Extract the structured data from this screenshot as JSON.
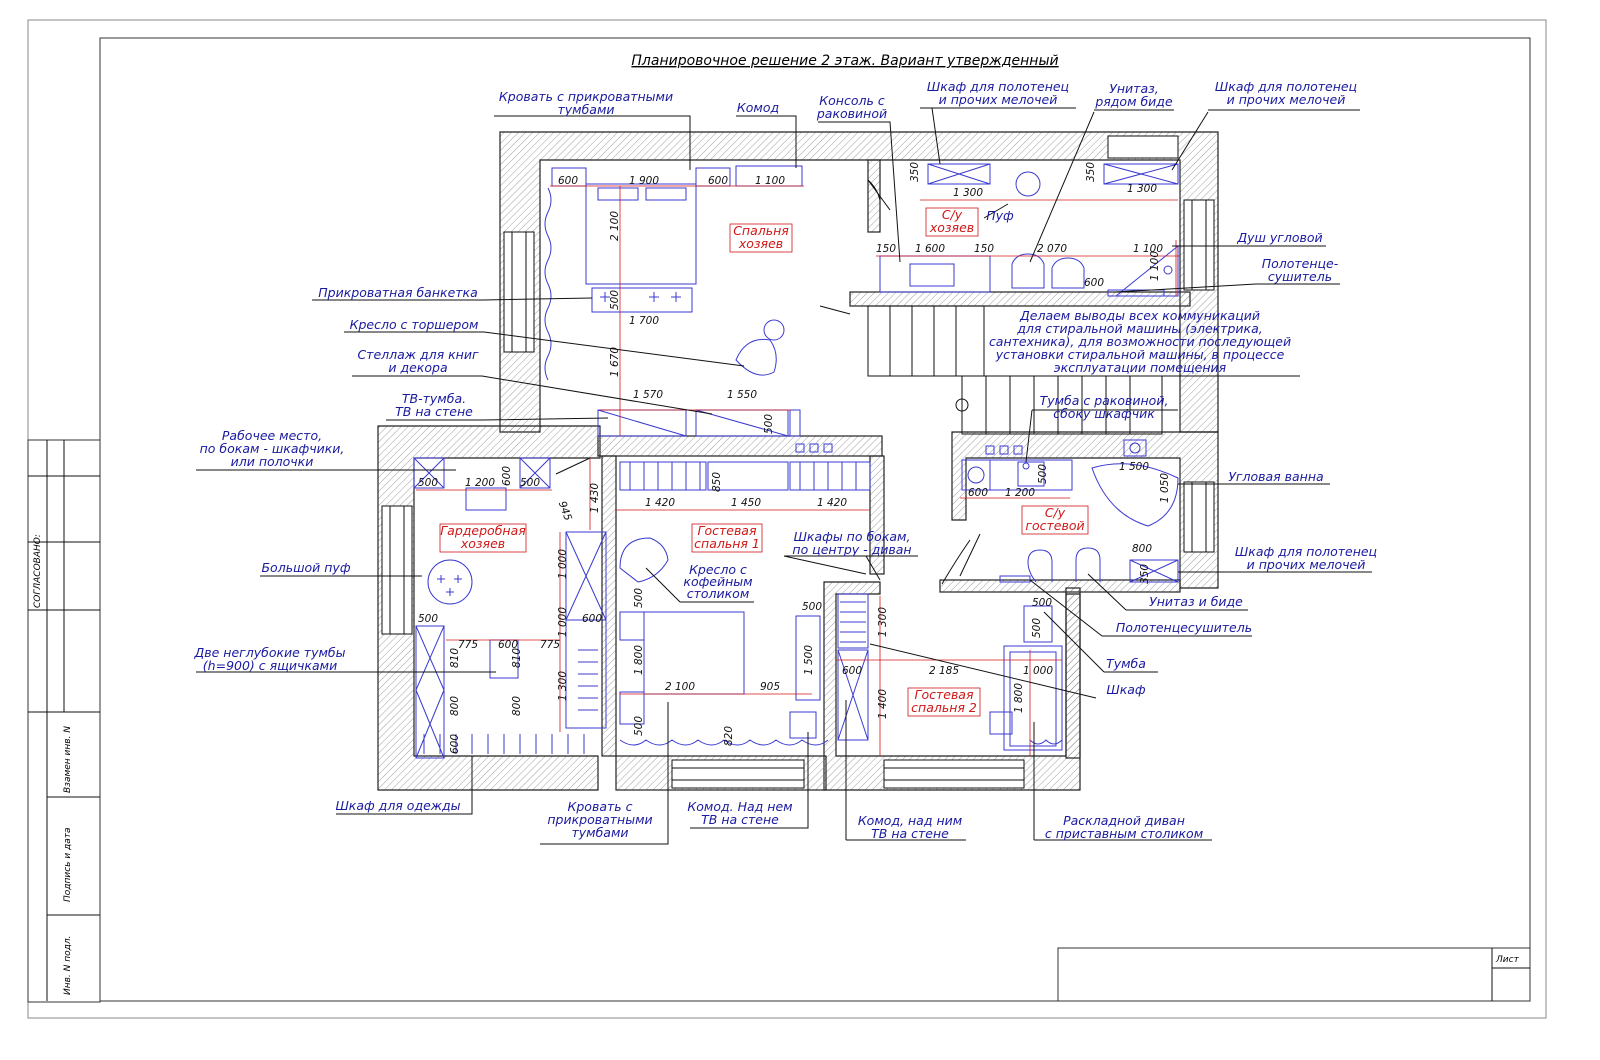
{
  "title": "Планировочное решение 2 этаж. Вариант утвержденный",
  "stamp": {
    "sheet_label": "Лист",
    "side": [
      "СОГЛАСОВАНО:",
      "Взамен инв. N",
      "Подпись и дата",
      "Инв. N подл."
    ]
  },
  "rooms": [
    {
      "id": "spalnya",
      "lines": [
        "Спальня",
        "хозяев"
      ]
    },
    {
      "id": "su-hoz",
      "lines": [
        "С/у",
        "хозяев"
      ]
    },
    {
      "id": "garderob",
      "lines": [
        "Гардеробная",
        "хозяев"
      ]
    },
    {
      "id": "gost1",
      "lines": [
        "Гостевая",
        "спальня 1"
      ]
    },
    {
      "id": "su-gost",
      "lines": [
        "С/у",
        "гостевой"
      ]
    },
    {
      "id": "gost2",
      "lines": [
        "Гостевая",
        "спальня 2"
      ]
    }
  ],
  "labels": [
    {
      "id": "bed-tables-top",
      "lines": [
        "Кровать с прикроватными",
        "тумбами"
      ]
    },
    {
      "id": "komod",
      "lines": [
        "Комод"
      ]
    },
    {
      "id": "console",
      "lines": [
        "Консоль с",
        "раковиной"
      ]
    },
    {
      "id": "towel-cab-1",
      "lines": [
        "Шкаф для полотенец",
        "и прочих мелочей"
      ]
    },
    {
      "id": "toilet-bidet",
      "lines": [
        "Унитаз,",
        "рядом биде"
      ]
    },
    {
      "id": "towel-cab-2",
      "lines": [
        "Шкаф для полотенец",
        "и прочих мелочей"
      ]
    },
    {
      "id": "puf",
      "lines": [
        "Пуф"
      ]
    },
    {
      "id": "shower",
      "lines": [
        "Душ угловой"
      ]
    },
    {
      "id": "towel-dryer-top",
      "lines": [
        "Полотенце-",
        "сушитель"
      ]
    },
    {
      "id": "bench",
      "lines": [
        "Прикроватная банкетка"
      ]
    },
    {
      "id": "armchair-lamp",
      "lines": [
        "Кресло с торшером"
      ]
    },
    {
      "id": "bookshelf",
      "lines": [
        "Стеллаж для книг",
        "и декора"
      ]
    },
    {
      "id": "tv-stand",
      "lines": [
        "ТВ-тумба.",
        "ТВ на стене"
      ]
    },
    {
      "id": "washer-note",
      "lines": [
        "Делаем выводы всех коммуникаций",
        "для стиральной машины (электрика,",
        "сантехника), для возможности последующей",
        "установки стиральной машины, в процессе",
        "эксплуатации помещения"
      ]
    },
    {
      "id": "workplace",
      "lines": [
        "Рабочее место,",
        "по бокам - шкафчики,",
        "или полочки"
      ]
    },
    {
      "id": "sink-cabinet",
      "lines": [
        "Тумба с раковиной,",
        "сбоку шкафчик"
      ]
    },
    {
      "id": "corner-bath",
      "lines": [
        "Угловая ванна"
      ]
    },
    {
      "id": "big-puf",
      "lines": [
        "Большой пуф"
      ]
    },
    {
      "id": "side-wardrobes",
      "lines": [
        "Шкафы по бокам,",
        "по центру - диван"
      ]
    },
    {
      "id": "armchair-coffee",
      "lines": [
        "Кресло с",
        "кофейным",
        "столиком"
      ]
    },
    {
      "id": "towel-cab-3",
      "lines": [
        "Шкаф для полотенец",
        "и прочих мелочей"
      ]
    },
    {
      "id": "toilet-bidet-2",
      "lines": [
        "Унитаз и биде"
      ]
    },
    {
      "id": "towel-dryer-2",
      "lines": [
        "Полотенцесушитель"
      ]
    },
    {
      "id": "two-cabinets",
      "lines": [
        "Две неглубокие тумбы",
        "(h=900) с ящичками"
      ]
    },
    {
      "id": "tumba",
      "lines": [
        "Тумба"
      ]
    },
    {
      "id": "shkaf",
      "lines": [
        "Шкаф"
      ]
    },
    {
      "id": "wardrobe-clothes",
      "lines": [
        "Шкаф для одежды"
      ]
    },
    {
      "id": "bed-tables-bottom",
      "lines": [
        "Кровать с",
        "прикроватными",
        "тумбами"
      ]
    },
    {
      "id": "komod-tv-1",
      "lines": [
        "Комод. Над нем",
        "ТВ на стене"
      ]
    },
    {
      "id": "komod-tv-2",
      "lines": [
        "Комод, над ним",
        "ТВ на стене"
      ]
    },
    {
      "id": "sofa-bed",
      "lines": [
        "Раскладной диван",
        "с приставным столиком"
      ]
    }
  ],
  "dimensions": [
    "600",
    "1 900",
    "600",
    "1 100",
    "2 100",
    "350",
    "1 300",
    "350",
    "1 300",
    "150",
    "1 600",
    "150",
    "2 070",
    "1 100",
    "1 100",
    "600",
    "500",
    "1 700",
    "1 670",
    "1 570",
    "1 550",
    "500",
    "500",
    "1 200",
    "600",
    "500",
    "1 430",
    "945",
    "850",
    "1 420",
    "1 450",
    "1 420",
    "600",
    "1 200",
    "500",
    "1 500",
    "1 050",
    "800",
    "350",
    "1 000",
    "1 000",
    "600",
    "500",
    "775",
    "600",
    "775",
    "810",
    "810",
    "1 300",
    "800",
    "800",
    "600",
    "500",
    "1 800",
    "2 100",
    "905",
    "500",
    "820",
    "500",
    "1 500",
    "1 300",
    "600",
    "2 185",
    "1 400",
    "500",
    "500",
    "1 000",
    "1 800"
  ]
}
